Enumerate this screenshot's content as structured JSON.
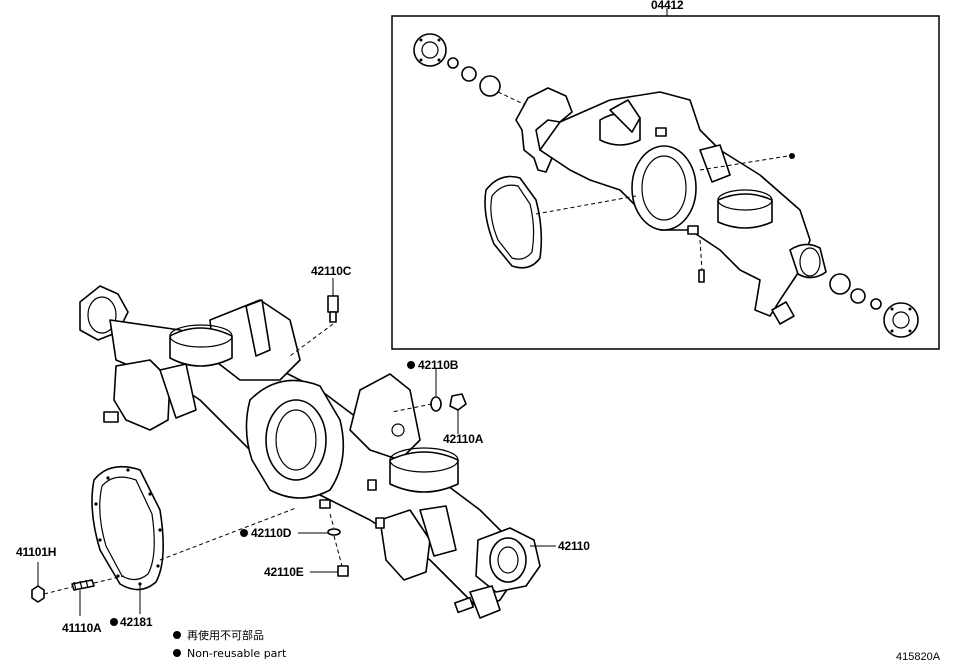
{
  "callouts": {
    "kit": "04412",
    "breather": "42110C",
    "plug_b": "42110B",
    "plug_a": "42110A",
    "plug_d": "42110D",
    "plug_e": "42110E",
    "housing": "42110",
    "nut": "41101H",
    "stud": "41110A",
    "gasket": "42181"
  },
  "legend": {
    "line_cn": "再使用不可部品",
    "line_en": "Non-reusable part"
  },
  "figure_number": "415820A"
}
